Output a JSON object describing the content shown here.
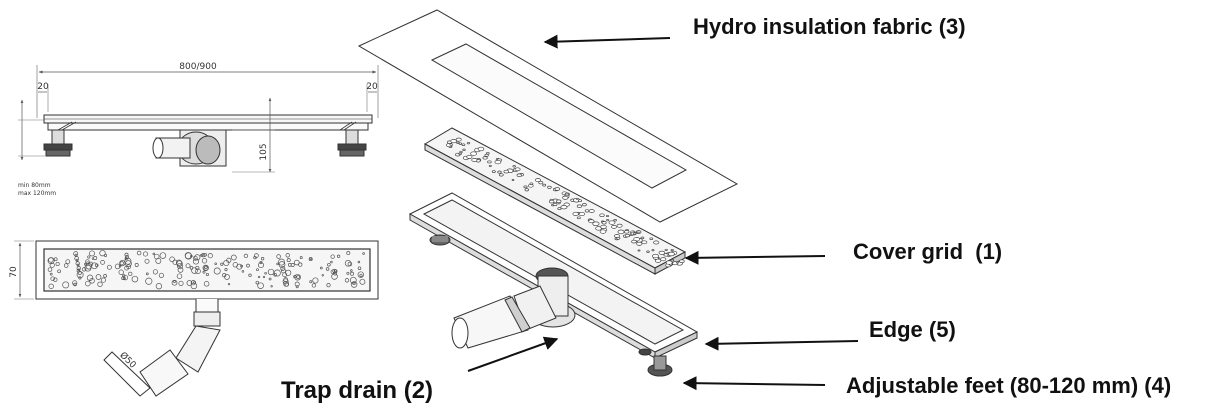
{
  "technical_drawing": {
    "dimensions": {
      "overall_length": "800/900",
      "left_offset": "20",
      "right_offset": "20",
      "height": "105",
      "width": "70",
      "outlet_diameter": "Ø50"
    },
    "feet_note_min": "min 80mm",
    "feet_note_max": "max 120mm"
  },
  "callouts": [
    {
      "id": "hydro",
      "label": "Hydro insulation fabric (3)"
    },
    {
      "id": "cover",
      "label": "Cover grid  (1)"
    },
    {
      "id": "edge",
      "label": "Edge (5)"
    },
    {
      "id": "feet",
      "label": "Adjustable feet (80-120 mm) (4)"
    },
    {
      "id": "trap",
      "label": "Trap drain (2)"
    }
  ],
  "colors": {
    "line": "#333333",
    "text": "#111111",
    "dimension": "#555555"
  }
}
